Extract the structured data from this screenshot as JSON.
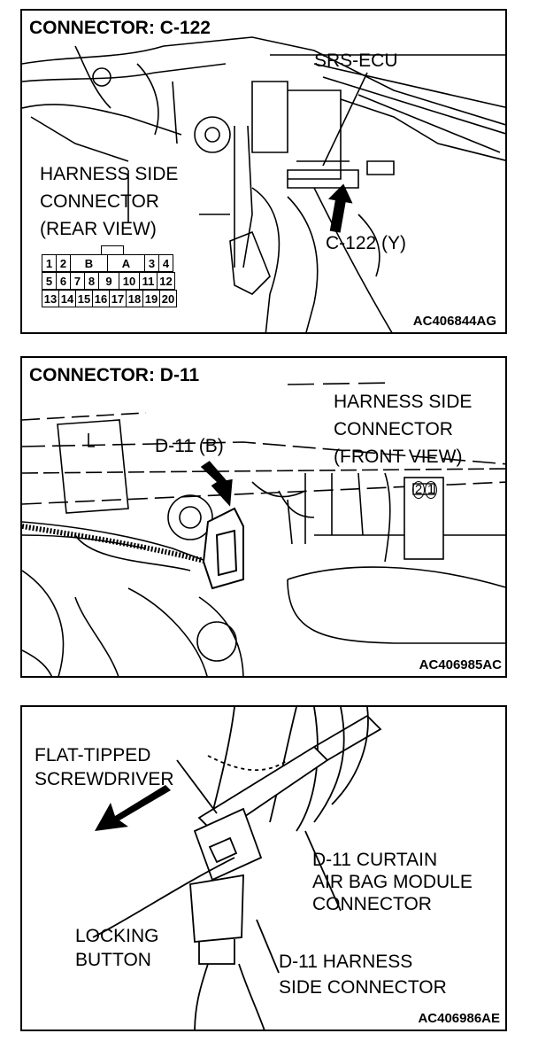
{
  "panel1": {
    "title": "CONNECTOR: C-122",
    "srs_ecu": "SRS-ECU",
    "harness_lines": [
      "HARNESS SIDE",
      "CONNECTOR",
      "(REAR VIEW)"
    ],
    "connector_label": "C-122 (Y)",
    "code": "AC406844AG",
    "pins_row1": [
      "1",
      "2",
      "B",
      "A",
      "3",
      "4"
    ],
    "pins_row2": [
      "5",
      "6",
      "7",
      "8",
      "9",
      "10",
      "11",
      "12"
    ],
    "pins_row3": [
      "13",
      "14",
      "15",
      "16",
      "17",
      "18",
      "19",
      "20"
    ]
  },
  "panel2": {
    "title": "CONNECTOR: D-11",
    "harness_lines": [
      "HARNESS SIDE",
      "CONNECTOR",
      "(FRONT VIEW)"
    ],
    "connector_label": "D-11 (B)",
    "pin_a": "2",
    "pin_b": "1",
    "code": "AC406985AC"
  },
  "panel3": {
    "screwdriver_lines": [
      "FLAT-TIPPED",
      "SCREWDRIVER"
    ],
    "module_lines": [
      "D-11 CURTAIN",
      "AIR BAG MODULE",
      "CONNECTOR"
    ],
    "locking_lines": [
      "LOCKING",
      "BUTTON"
    ],
    "harness_lines": [
      "D-11 HARNESS",
      "SIDE CONNECTOR"
    ],
    "code": "AC406986AE"
  }
}
